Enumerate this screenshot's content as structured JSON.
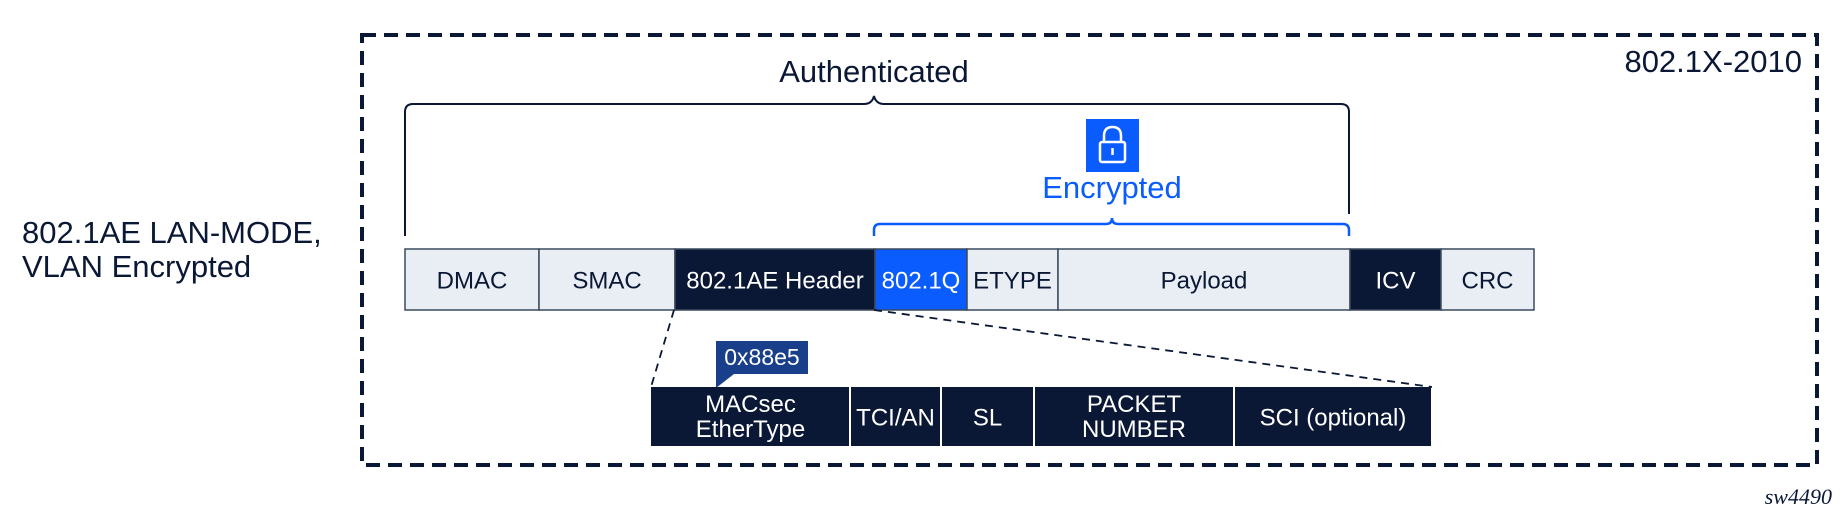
{
  "mode_label": {
    "line1": "802.1AE LAN-MODE,",
    "line2": "VLAN Encrypted"
  },
  "standard": "802.1X-2010",
  "authenticated_label": "Authenticated",
  "encrypted_label": "Encrypted",
  "lock_icon": "lock-icon",
  "ethertype_tag": "0x88e5",
  "figure_id": "sw4490",
  "colors": {
    "dark": "#0a1735",
    "light": "#e8eef3",
    "accent": "#0a5cff",
    "tag": "#1a3f8a",
    "border": "#3a4a5c"
  },
  "frame_fields": [
    {
      "label": "DMAC",
      "style": "light"
    },
    {
      "label": "SMAC",
      "style": "light"
    },
    {
      "label": "802.1AE Header",
      "style": "dark"
    },
    {
      "label": "802.1Q",
      "style": "accent"
    },
    {
      "label": "ETYPE",
      "style": "light"
    },
    {
      "label": "Payload",
      "style": "light"
    },
    {
      "label": "ICV",
      "style": "dark"
    },
    {
      "label": "CRC",
      "style": "light"
    }
  ],
  "header_fields": [
    {
      "line1": "MACsec",
      "line2": "EtherType"
    },
    {
      "line1": "TCI/AN",
      "line2": ""
    },
    {
      "line1": "SL",
      "line2": ""
    },
    {
      "line1": "PACKET",
      "line2": "NUMBER"
    },
    {
      "line1": "SCI (optional)",
      "line2": ""
    }
  ]
}
